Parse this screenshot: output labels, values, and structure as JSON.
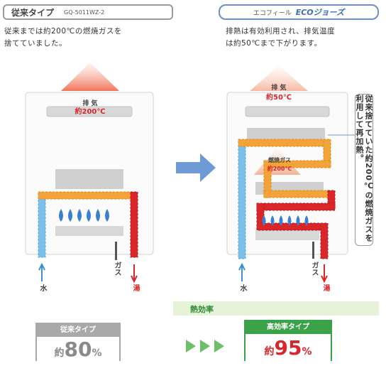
{
  "left_panel": {
    "type_name": "従来タイプ",
    "model": "GQ-5011WZ-2",
    "description_line1": "従来までは約200℃の燃焼ガスを",
    "description_line2": "捨てていました。",
    "exhaust_label": "排 気",
    "exhaust_temp": "約200℃",
    "water_label": "水",
    "gas_label": "ガス",
    "hot_water_label": "湯"
  },
  "right_panel": {
    "brand": "エコフィール",
    "eco_name": "ECOジョーズ",
    "description_line1": "排熱は有効利用され、排気温度",
    "description_line2": "は約50℃まで下がります。",
    "exhaust_label": "排 気",
    "exhaust_temp": "約50℃",
    "combustion_gas_label": "燃焼ガス",
    "combustion_gas_temp": "約200℃",
    "water_label": "水",
    "gas_label": "ガス",
    "hot_water_label": "湯",
    "callout": "従来捨てていた約200℃の燃焼ガスを利用して再加熱。"
  },
  "efficiency": {
    "section_label": "熱効率",
    "conventional": {
      "label": "従来タイプ",
      "prefix": "約",
      "value": "80",
      "unit": "%"
    },
    "high": {
      "label": "高効率タイプ",
      "prefix": "約",
      "value": "95",
      "unit": "%"
    }
  },
  "colors": {
    "cold_pipe": "#7cc0ea",
    "gas_pipe": "#f2a33a",
    "hot_pipe": "#d9262a",
    "flame": "#3b7fd0",
    "arrow": "#6e9bd6",
    "efficiency_green": "#3aa34a",
    "efficiency_gray": "#a9a9a9"
  }
}
